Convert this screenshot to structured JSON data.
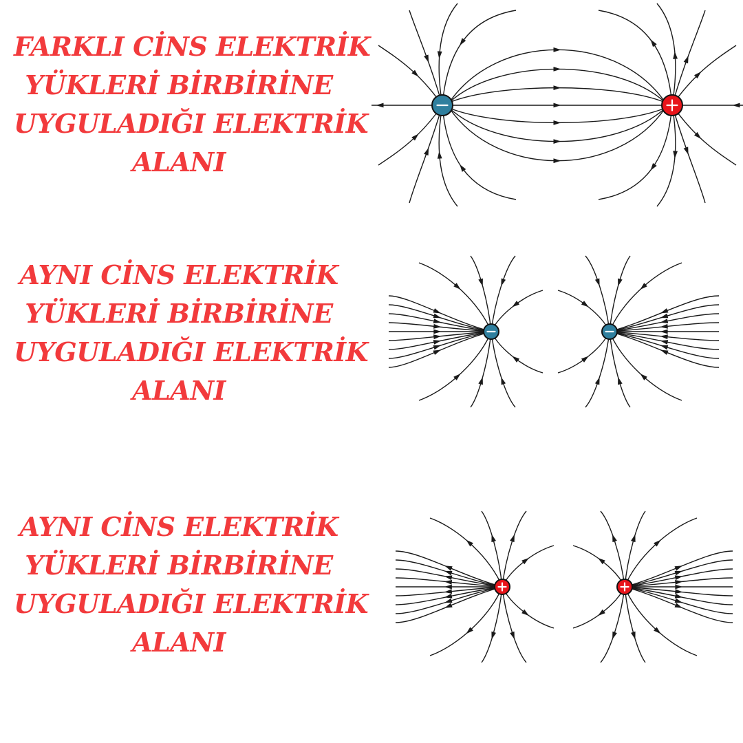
{
  "colors": {
    "caption": "#f23a3c",
    "negative_charge": "#2f7f9e",
    "positive_charge": "#e8141a",
    "field_line": "#1a1a1a",
    "background": "#ffffff"
  },
  "panels": [
    {
      "caption_lines": [
        "FARKLI CİNS ELEKTRİK",
        "YÜKLERİ BİRBİRİNE",
        "UYGULADIĞI ELEKTRİK",
        "ALANI"
      ],
      "charges": [
        "negative",
        "positive"
      ],
      "icons": [
        "minus-sign-icon",
        "plus-sign-icon"
      ]
    },
    {
      "caption_lines": [
        "AYNI CİNS ELEKTRİK",
        "YÜKLERİ BİRBİRİNE",
        "UYGULADIĞI ELEKTRİK",
        "ALANI"
      ],
      "charges": [
        "negative",
        "negative"
      ],
      "icons": [
        "minus-sign-icon",
        "minus-sign-icon"
      ]
    },
    {
      "caption_lines": [
        "AYNI CİNS ELEKTRİK",
        "YÜKLERİ BİRBİRİNE",
        "UYGULADIĞI ELEKTRİK",
        "ALANI"
      ],
      "charges": [
        "positive",
        "positive"
      ],
      "icons": [
        "plus-sign-icon",
        "plus-sign-icon"
      ]
    }
  ]
}
